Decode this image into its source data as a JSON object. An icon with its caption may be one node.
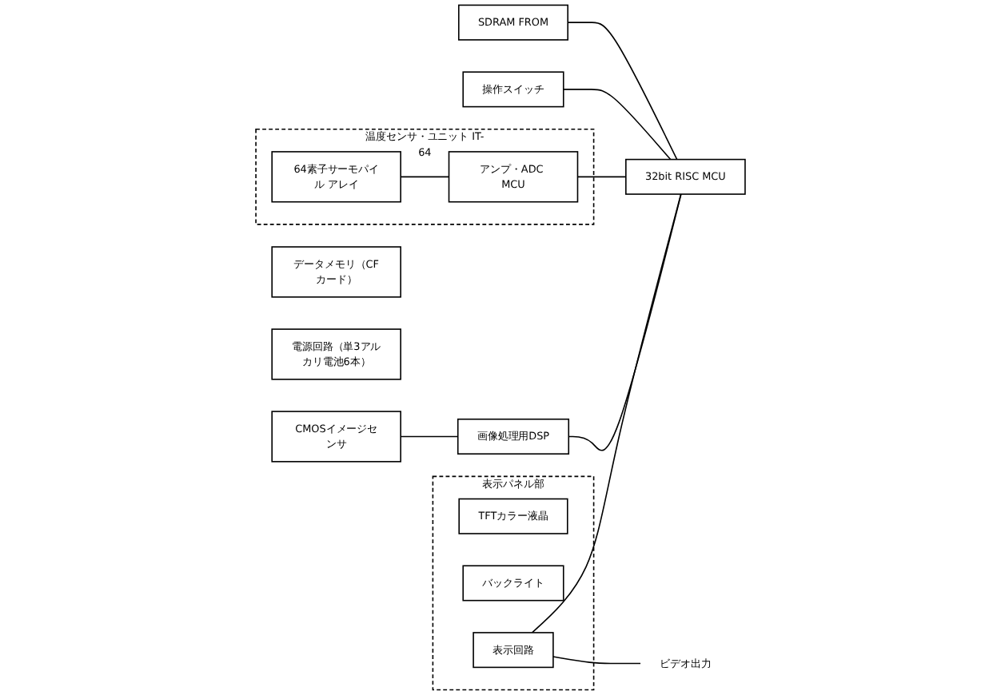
{
  "diagram": {
    "nodes": [
      {
        "text": [
          "データメモリ（CFカード）"
        ]
      },
      {
        "text": [
          "表示パネル部"
        ]
      },
      {
        "text": [
          "TFTカラー液晶"
        ],
        "in": 1
      },
      {
        "text": [
          "バックライト"
        ],
        "in": 1
      },
      {
        "text": [
          "表示回路"
        ],
        "in": 1
      },
      {
        "text": [
          "ビデオ出力"
        ]
      },
      {
        "text": [
          "CMOSイメージセンサ"
        ]
      },
      {
        "text": [
          "画像処理用DSP"
        ]
      },
      {
        "text": [
          "温度センサ・ユニット IT-64"
        ]
      },
      {
        "text": [
          "64素子サーモパイル アレイ"
        ],
        "in": 8
      },
      {
        "text": [
          "アンプ・ADC MCU"
        ],
        "in": 8
      },
      {
        "text": [
          "32bit RISC MCU"
        ]
      },
      {
        "text": [
          "電源回路（単3アルカリ電池6本）"
        ]
      },
      {
        "text": [
          "操作スイッチ"
        ]
      },
      {
        "text": [
          "SDRAM FROM"
        ]
      }
    ],
    "edges": [
      {
        "from": 4,
        "to": 5,
        "arrow": "none"
      },
      {
        "from": 6,
        "to": 7,
        "arrow": "none"
      },
      {
        "from": 7,
        "to": 11,
        "arrow": "none"
      },
      {
        "from": 4,
        "to": 11,
        "arrow": "none"
      },
      {
        "from": 9,
        "to": 10,
        "arrow": "none"
      },
      {
        "from": 10,
        "to": 11,
        "arrow": "none"
      },
      {
        "from": 13,
        "to": 11,
        "arrow": "none"
      },
      {
        "from": 14,
        "to": 11,
        "arrow": "none"
      }
    ]
  }
}
